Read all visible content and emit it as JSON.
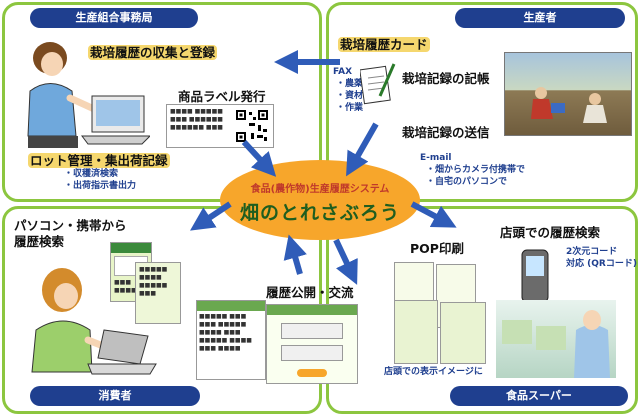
{
  "quadrants": {
    "top_left": {
      "title": "生産組合事務局"
    },
    "top_right": {
      "title": "生産者"
    },
    "bottom_left": {
      "title": "消費者"
    },
    "bottom_right": {
      "title": "食品スーパー"
    }
  },
  "office": {
    "collect_register": "栽培履歴の収集と登録",
    "label_issue": "商品ラベル発行",
    "lot_management": "ロット管理・集出荷記録",
    "sub_items": [
      "収穫済検索",
      "出荷指示書出力"
    ]
  },
  "producer": {
    "card": "栽培履歴カード",
    "fax_title": "FAX",
    "fax_items": [
      "農薬",
      "資材",
      "作業"
    ],
    "record_entry": "栽培記録の記帳",
    "record_send": "栽培記録の送信",
    "email_title": "E-mail",
    "email_items": [
      "畑からカメラ付携帯で",
      "自宅のパソコンで"
    ]
  },
  "center": {
    "subtitle": "食品(農作物)生産履歴システム",
    "title": "畑のとれさぶろう"
  },
  "consumer": {
    "search": "パソコン・携帯から\n履歴検索",
    "publish": "履歴公開・交流"
  },
  "supermarket": {
    "pop": "POP印刷",
    "store_search": "店頭での履歴検索",
    "qr": "2次元コード\n対応 (QRコード)",
    "display_image": "店頭での表示イメージに"
  },
  "colors": {
    "green_border": "#8cc63f",
    "navy": "#1f3f8f",
    "arrow_blue": "#2f5cb8",
    "ellipse_orange": "#f7a62b"
  }
}
